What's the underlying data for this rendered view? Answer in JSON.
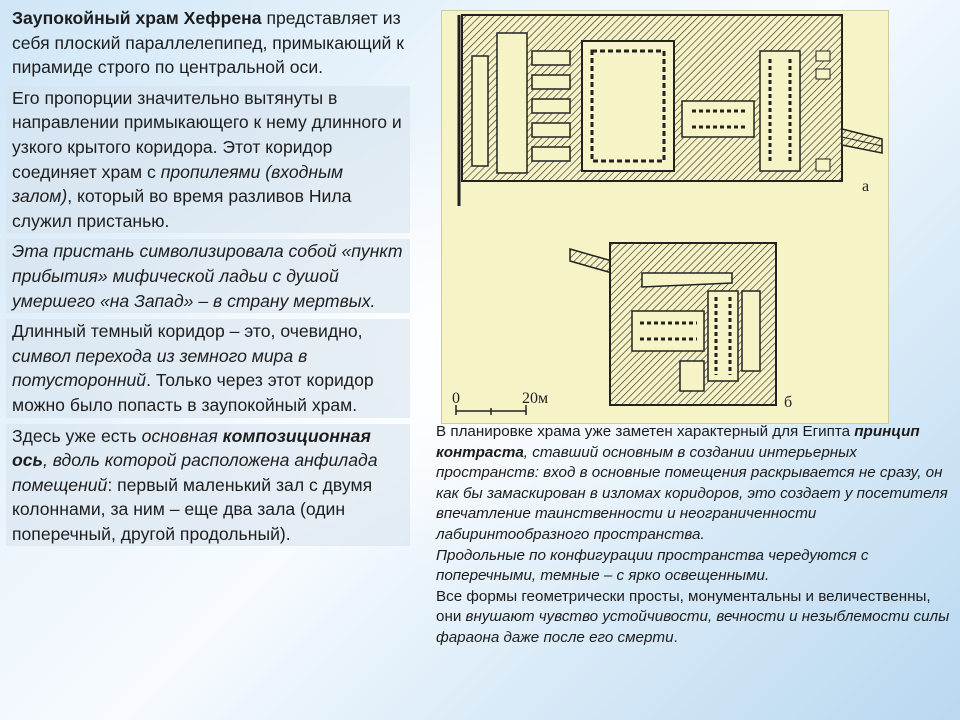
{
  "left": {
    "p1": {
      "title": "Заупокойный храм Хефрена",
      "text": "представляет из себя плоский параллелепипед, примыкающий к пирамиде строго по центральной оси."
    },
    "p2": {
      "a": "Его пропорции значительно вытянуты в направлении примыкающего к нему длинного и узкого крытого коридора. Этот коридор соединяет храм с ",
      "italic": "пропилеями (входным залом)",
      "b": ", который во время разливов Нила служил пристанью."
    },
    "p3": {
      "italic": "Эта пристань символизировала собой «пункт прибытия» мифической ладьи с душой умершего «на Запад» – в страну мертвых."
    },
    "p4": {
      "a": "Длинный темный коридор – это, очевидно, ",
      "italic": "символ перехода из земного мира в потусторонний",
      "b": ". Только через этот коридор можно было попасть в заупокойный храм."
    },
    "p5": {
      "a": "Здесь уже есть ",
      "italic1": "основная ",
      "bolditalic": "композиционная ось",
      "italic2": ", вдоль которой расположена анфилада помещений",
      "b": ": первый маленький зал с двумя колоннами, за ним – еще два зала (один поперечный, другой продольный)."
    }
  },
  "figure": {
    "label_a": "а",
    "label_b": "б",
    "scale_0": "0",
    "scale_20": "20м"
  },
  "caption": {
    "s1_a": "В планировке храма уже заметен характерный для Египта ",
    "s1_bold": "принцип контраста",
    "s1_italic": ", ставший основным в создании интерьерных пространств: вход в основные помещения раскрывается не сразу, он как бы замаскирован в изломах коридоров, это создает у посетителя впечатление таинственности и неограниченности лабиринтообразного пространства.",
    "s2_italic": "Продольные по конфигурации пространства чередуются с поперечными, темные – с ярко освещенными.",
    "s3_a": "Все формы геометрически просты, монументальны и величественны, они ",
    "s3_italic": "внушают чувство устойчивости, вечности и незыблемости силы фараона даже после его смерти",
    "s3_b": "."
  }
}
